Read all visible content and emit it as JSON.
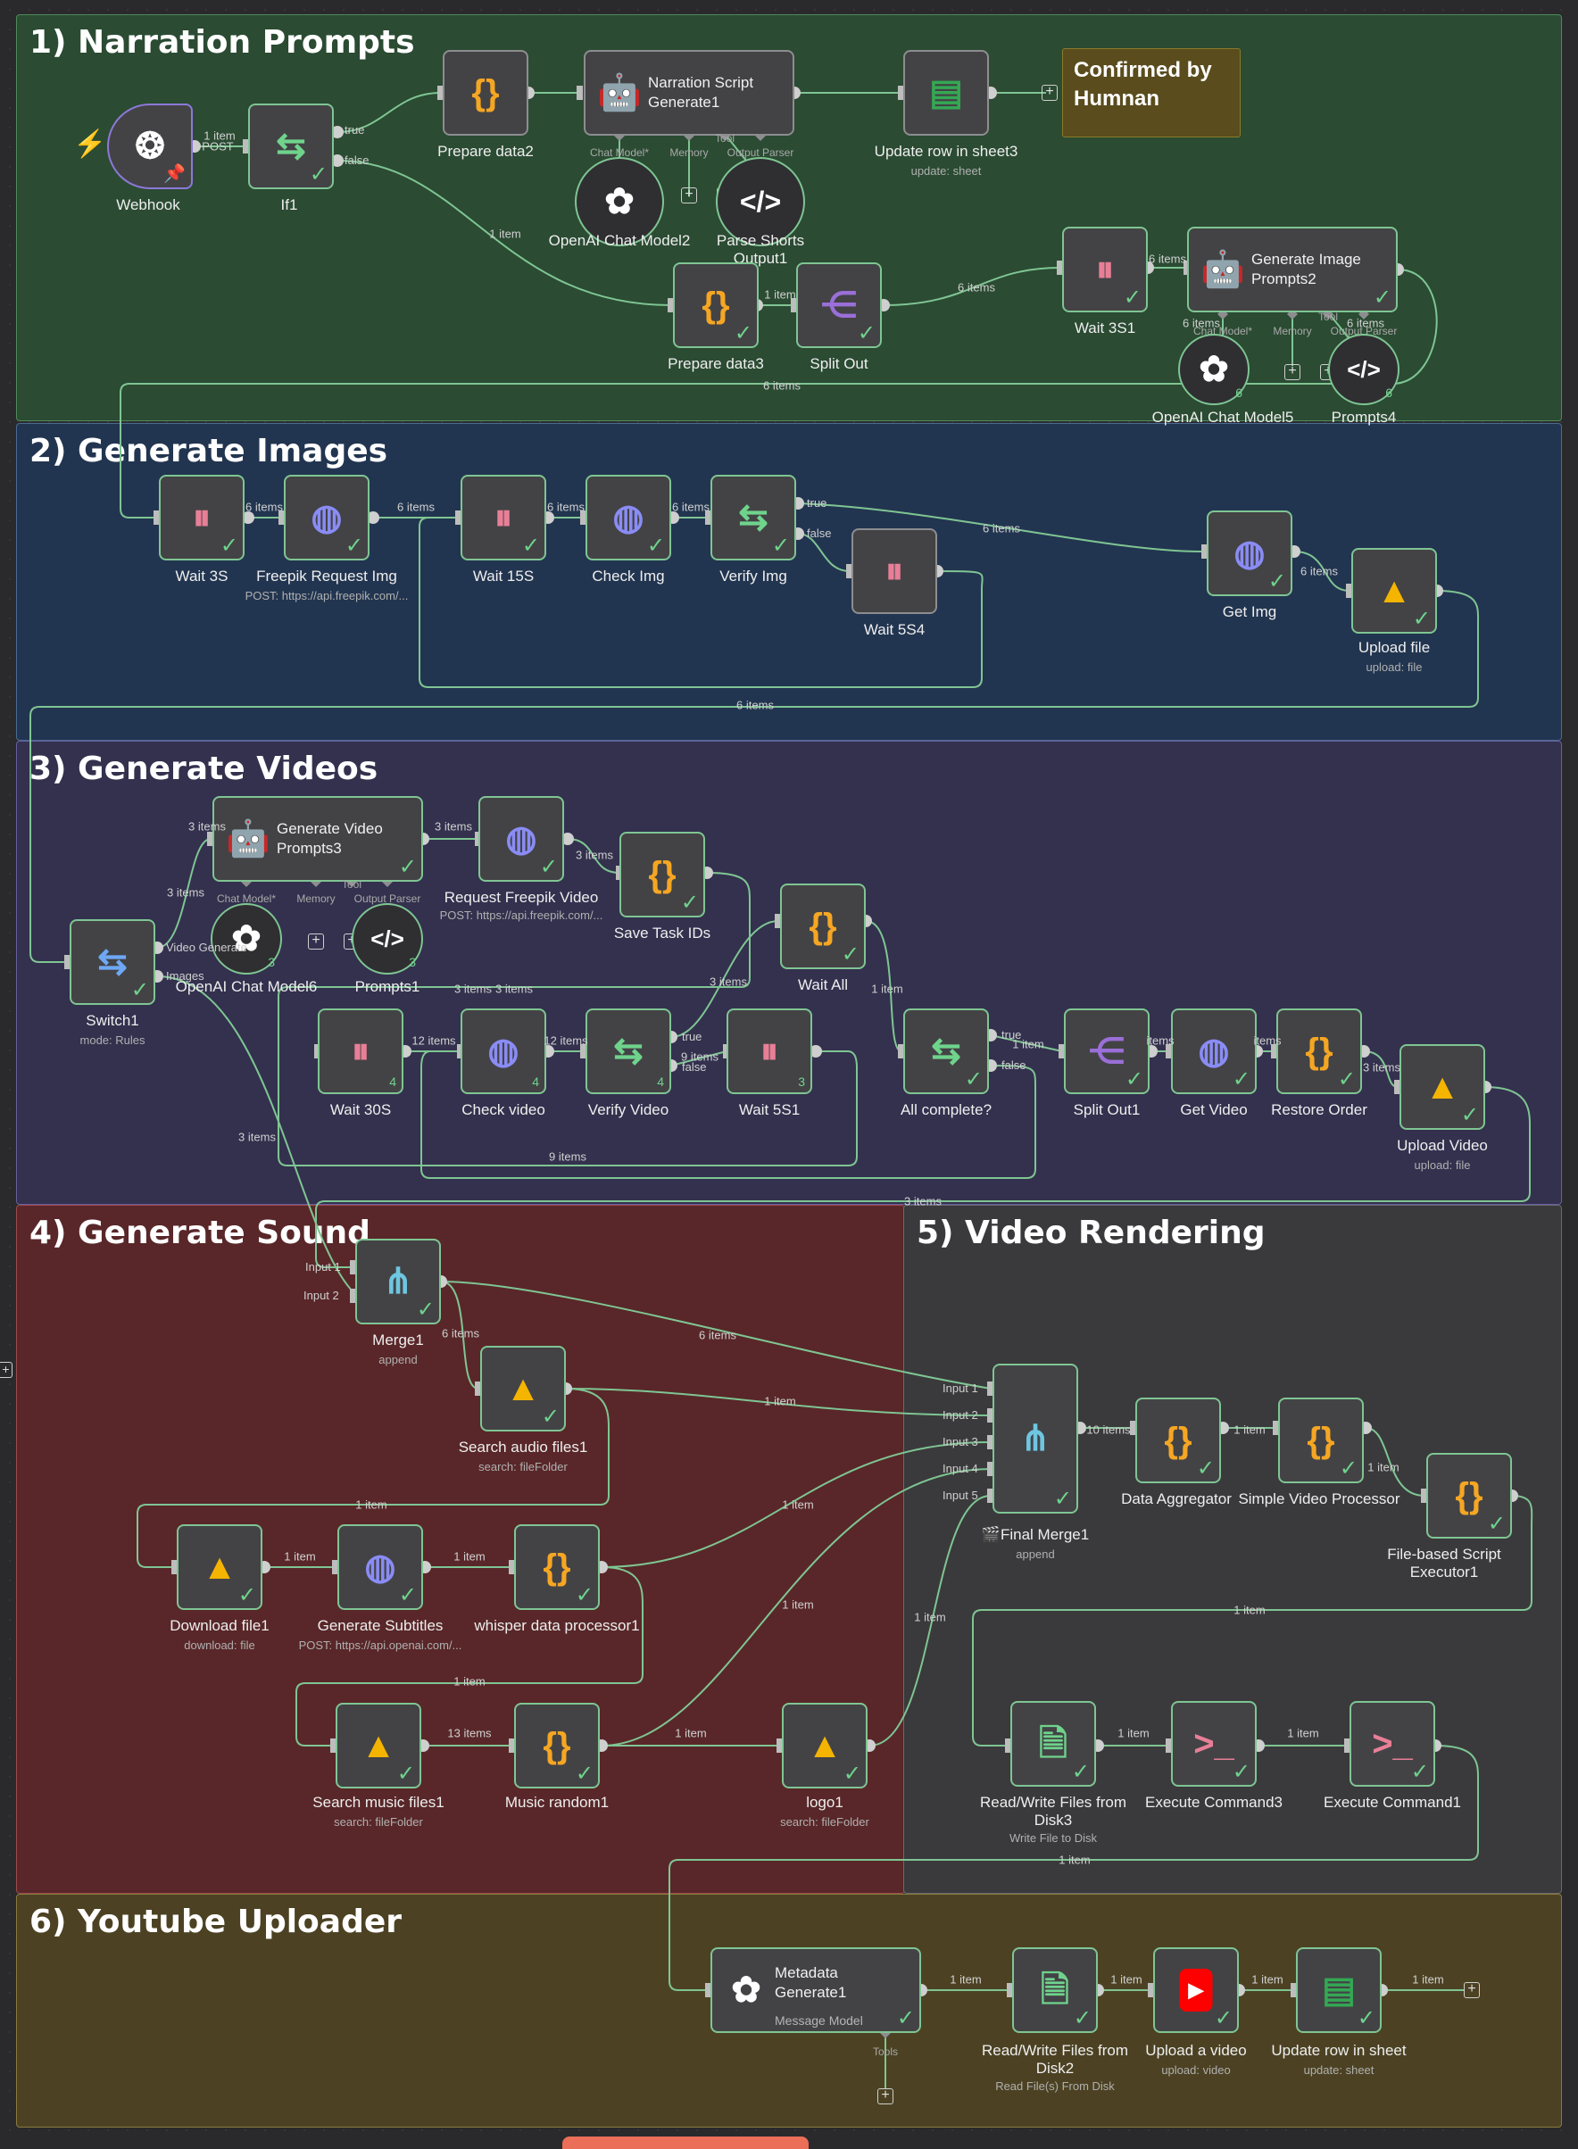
{
  "sections": [
    {
      "id": "s1",
      "title": "1) Narration Prompts",
      "bg": "#2b4b33",
      "border": "#4f8b5b"
    },
    {
      "id": "s2",
      "title": "2) Generate Images",
      "bg": "#223550",
      "border": "#4a6a94"
    },
    {
      "id": "s3",
      "title": "3) Generate Videos",
      "bg": "#33314e",
      "border": "#6660a0"
    },
    {
      "id": "s4",
      "title": "4) Generate Sound",
      "bg": "#592729",
      "border": "#a04a4d"
    },
    {
      "id": "s5",
      "title": "5) Video Rendering",
      "bg": "#3a3a3c",
      "border": "#6a6a6e"
    },
    {
      "id": "s6",
      "title": "6) Youtube Uploader",
      "bg": "#4c4223",
      "border": "#8a7a3e"
    }
  ],
  "sticky_note": {
    "text": "Confirmed by Humnan"
  },
  "nodes": {
    "webhook": {
      "label": "Webhook",
      "icon": "webhook"
    },
    "if1": {
      "label": "If1",
      "icon": "signpost",
      "ports": {
        "true": "true",
        "false": "false"
      }
    },
    "prepare_data2": {
      "label": "Prepare data2",
      "icon": "braces"
    },
    "narration_script": {
      "title": "Narration Script Generate1",
      "icon": "robot",
      "sub_ports": [
        "Chat Model*",
        "Memory",
        "Tool",
        "Output Parser"
      ]
    },
    "update_row_sheet3": {
      "label": "Update row in sheet3",
      "sublabel": "update: sheet",
      "icon": "sheets"
    },
    "openai_chat_model2": {
      "label": "OpenAI Chat Model2",
      "icon": "openai"
    },
    "parse_shorts_output": {
      "label": "Parse Shorts Output1",
      "icon": "code"
    },
    "prepare_data3": {
      "label": "Prepare data3",
      "icon": "braces"
    },
    "split_out": {
      "label": "Split Out",
      "icon": "split"
    },
    "wait_3s1": {
      "label": "Wait 3S1",
      "icon": "pause"
    },
    "gen_image_prompts2": {
      "title": "Generate Image Prompts2",
      "icon": "robot",
      "sub_ports": [
        "Chat Model*",
        "Memory",
        "Tool",
        "Output Parser"
      ]
    },
    "openai_chat_model5": {
      "label": "OpenAI Chat Model5",
      "icon": "openai",
      "badge": "6"
    },
    "prompts4": {
      "label": "Prompts4",
      "icon": "code",
      "badge": "6"
    },
    "wait_3s": {
      "label": "Wait 3S",
      "icon": "pause"
    },
    "freepik_request_img": {
      "label": "Freepik Request Img",
      "sublabel": "POST: https://api.freepik.com/...",
      "icon": "globe"
    },
    "wait_15s": {
      "label": "Wait 15S",
      "icon": "pause"
    },
    "check_img": {
      "label": "Check Img",
      "icon": "globe"
    },
    "verify_img": {
      "label": "Verify Img",
      "icon": "signpost",
      "ports": {
        "true": "true",
        "false": "false"
      }
    },
    "wait_5s4": {
      "label": "Wait 5S4",
      "icon": "pause"
    },
    "get_img": {
      "label": "Get Img",
      "icon": "globe"
    },
    "upload_file": {
      "label": "Upload file",
      "sublabel": "upload: file",
      "icon": "drive"
    },
    "gen_video_prompts3": {
      "title": "Generate Video Prompts3",
      "icon": "robot",
      "sub_ports": [
        "Chat Model*",
        "Memory",
        "Tool",
        "Output Parser"
      ]
    },
    "request_freepik_video": {
      "label": "Request Freepik Video",
      "sublabel": "POST: https://api.freepik.com/...",
      "icon": "globe"
    },
    "save_task_ids": {
      "label": "Save Task IDs",
      "icon": "braces"
    },
    "switch1": {
      "label": "Switch1",
      "sublabel": "mode: Rules",
      "icon": "signpost",
      "ports": {
        "video": "Video Generate",
        "images": "Images"
      }
    },
    "openai_chat_model6": {
      "label": "OpenAI Chat Model6",
      "icon": "openai",
      "badge": "3"
    },
    "prompts1": {
      "label": "Prompts1",
      "icon": "code",
      "badge": "3"
    },
    "wait_all": {
      "label": "Wait All",
      "icon": "braces"
    },
    "wait_30s": {
      "label": "Wait 30S",
      "icon": "pause",
      "badge": "4"
    },
    "check_video": {
      "label": "Check video",
      "icon": "globe",
      "badge": "4"
    },
    "verify_video": {
      "label": "Verify Video",
      "icon": "signpost",
      "badge": "4",
      "ports": {
        "true": "true",
        "false": "false"
      }
    },
    "wait_5s1": {
      "label": "Wait 5S1",
      "icon": "pause",
      "badge": "3"
    },
    "all_complete": {
      "label": "All complete?",
      "icon": "signpost",
      "ports": {
        "true": "true",
        "false": "false"
      }
    },
    "split_out1": {
      "label": "Split Out1",
      "icon": "split"
    },
    "get_video": {
      "label": "Get Video",
      "icon": "globe"
    },
    "restore_order": {
      "label": "Restore Order",
      "icon": "braces"
    },
    "upload_video": {
      "label": "Upload Video",
      "sublabel": "upload: file",
      "icon": "drive"
    },
    "merge1": {
      "label": "Merge1",
      "sublabel": "append",
      "icon": "merge",
      "ports": [
        "Input 1",
        "Input 2"
      ]
    },
    "search_audio_files1": {
      "label": "Search audio files1",
      "sublabel": "search: fileFolder",
      "icon": "drive"
    },
    "download_file1": {
      "label": "Download file1",
      "sublabel": "download: file",
      "icon": "drive"
    },
    "generate_subtitles": {
      "label": "Generate Subtitles",
      "sublabel": "POST: https://api.openai.com/...",
      "icon": "globe"
    },
    "whisper_data_processor1": {
      "label": "whisper data processor1",
      "icon": "braces"
    },
    "search_music_files1": {
      "label": "Search music files1",
      "sublabel": "search: fileFolder",
      "icon": "drive"
    },
    "music_random1": {
      "label": "Music random1",
      "icon": "braces"
    },
    "logo1": {
      "label": "logo1",
      "sublabel": "search: fileFolder",
      "icon": "drive"
    },
    "final_merge1": {
      "label": "🎬Final Merge1",
      "sublabel": "append",
      "icon": "merge",
      "ports": [
        "Input 1",
        "Input 2",
        "Input 3",
        "Input 4",
        "Input 5"
      ]
    },
    "data_aggregator": {
      "label": "Data Aggregator",
      "icon": "braces"
    },
    "simple_video_processor": {
      "label": "Simple Video Processor",
      "icon": "braces"
    },
    "file_based_script_executor1": {
      "label": "File-based Script Executor1",
      "icon": "braces"
    },
    "read_write_files_disk3": {
      "label": "Read/Write Files from Disk3",
      "sublabel": "Write File to Disk",
      "icon": "file"
    },
    "execute_command3": {
      "label": "Execute Command3",
      "icon": "terminal"
    },
    "execute_command1": {
      "label": "Execute Command1",
      "icon": "terminal"
    },
    "metadata_generate1": {
      "title": "Metadata Generate1",
      "subtitle": "Message Model",
      "icon": "openai",
      "sub_ports": [
        "Tools"
      ]
    },
    "read_write_files_disk2": {
      "label": "Read/Write Files from Disk2",
      "sublabel": "Read File(s) From Disk",
      "icon": "file"
    },
    "upload_a_video": {
      "label": "Upload a video",
      "sublabel": "upload: video",
      "icon": "youtube"
    },
    "update_row_in_sheet": {
      "label": "Update row in sheet",
      "sublabel": "update: sheet",
      "icon": "sheets"
    }
  },
  "wire_labels": {
    "w1": "1 item",
    "w1b": "POST",
    "w2": "1 item",
    "w3": "1 item",
    "w4": "6 items",
    "w5": "6 items",
    "w6": "6 items",
    "w7": "6 items",
    "w8": "6 items",
    "w9": "6 items",
    "w10": "6 items",
    "w11": "6 items",
    "w12": "6 items",
    "w13": "6 items",
    "w14": "6 items",
    "w15": "3 items",
    "w16": "3 items",
    "w17": "3 items",
    "w18": "3 items",
    "w19": "3 items",
    "w20": "12 items",
    "w21": "12 items",
    "w22": "9 items",
    "w23": "9 items",
    "w24": "1 item",
    "w25": "1 item",
    "w26": "items",
    "w27": "items",
    "w28": "3 items",
    "w29": "3 items",
    "w30": "3 items",
    "w31": "6 items",
    "w32": "6 items",
    "w33": "1 item",
    "w34": "1 item",
    "w35": "1 item",
    "w36": "1 item",
    "w37": "1 item",
    "w38": "1 item",
    "w39": "13 items",
    "w40": "1 item",
    "w41": "1 item",
    "w42": "1 item",
    "w43": "10 items",
    "w44": "1 item",
    "w45": "1 item",
    "w46": "1 item",
    "w47": "1 item",
    "w48": "1 item",
    "w49": "1 item",
    "w50": "1 item",
    "w51": "1 item",
    "w52": "1 item",
    "w53": "1 item",
    "w54": "3 items",
    "w55": "6 items",
    "w56": "3 items"
  },
  "colors": {
    "wire": "#7fc593",
    "check": "#6fd38c",
    "braces": "#f5a623",
    "globe": "#8a8cf5",
    "pause": "#e87f97",
    "signpost": "#6fd38c",
    "split": "#9a6fd8",
    "trigger": "#ff6d5a"
  }
}
